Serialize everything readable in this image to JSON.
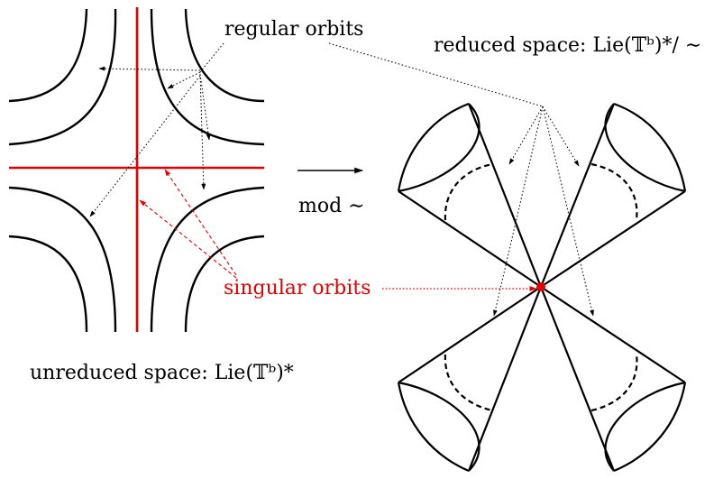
{
  "labels": {
    "regular_orbits": "regular orbits",
    "reduced_space": "reduced space: Lie(𝕋ᵇ)*/ ∼",
    "mod": "mod ∼",
    "singular_orbits": "singular orbits",
    "unreduced_space": "unreduced space: Lie(𝕋ᵇ)*"
  },
  "colors": {
    "ink": "#000000",
    "singular": "#e10000",
    "arrow_dotted": "#000000"
  }
}
